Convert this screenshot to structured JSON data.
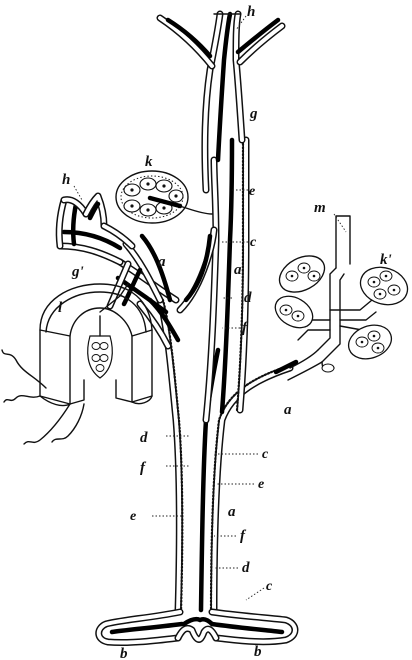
{
  "labels": {
    "h_top": "h",
    "h_left": "h",
    "g": "g",
    "g_prime": "g'",
    "k": "k",
    "k_prime": "k'",
    "m": "m",
    "l": "l",
    "e1": "e",
    "c1": "c",
    "a1": "a",
    "a2": "a",
    "d1": "d",
    "f1": "f",
    "a3": "a",
    "d2": "d",
    "c2": "c",
    "f2": "f",
    "e2": "e",
    "e3": "e",
    "a4": "a",
    "f3": "f",
    "d3": "d",
    "c3": "c",
    "b1": "b",
    "b2": "b"
  }
}
